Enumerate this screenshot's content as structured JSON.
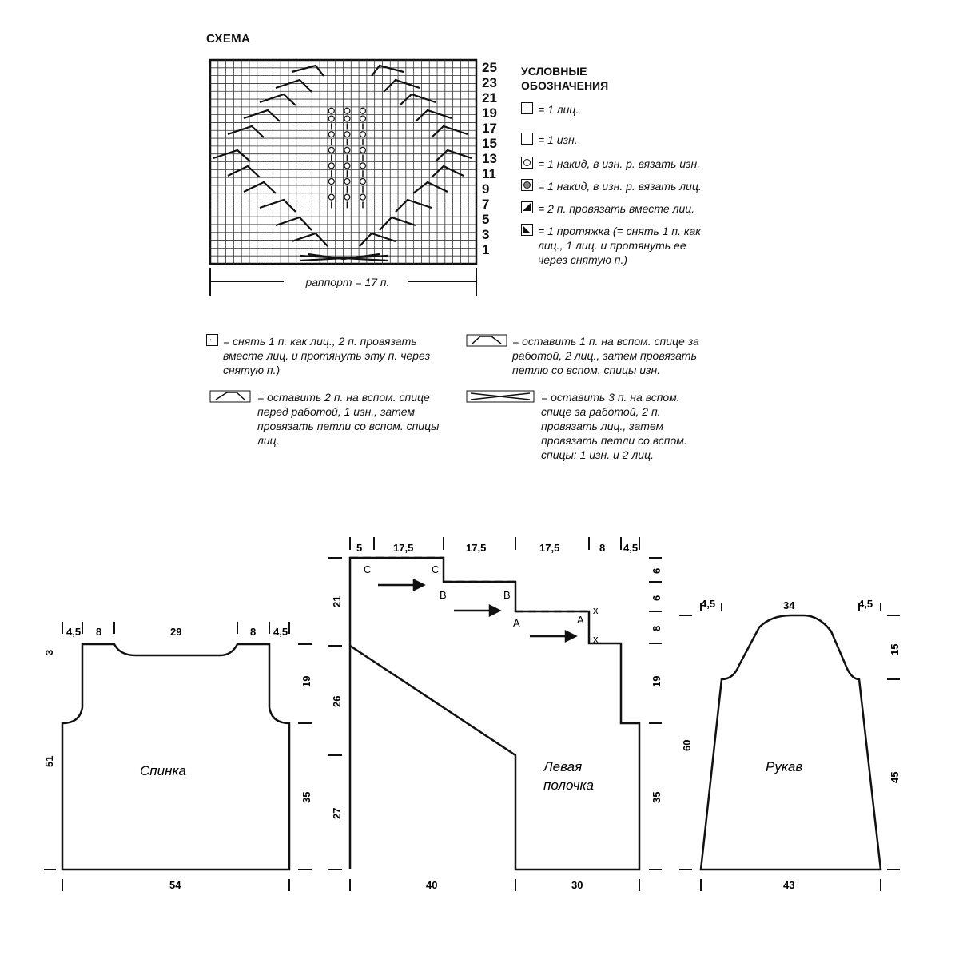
{
  "chart_title": "СХЕМА",
  "row_numbers": [
    "25",
    "23",
    "21",
    "19",
    "17",
    "15",
    "13",
    "11",
    "9",
    "7",
    "5",
    "3",
    "1"
  ],
  "repeat_label": "раппорт = 17 п.",
  "legend": {
    "title_line1": "УСЛОВНЫЕ",
    "title_line2": "ОБОЗНАЧЕНИЯ",
    "items": [
      {
        "icon": "knit-stitch-icon",
        "text": "= 1 лиц."
      },
      {
        "icon": "purl-stitch-icon",
        "text": "= 1 изн."
      },
      {
        "icon": "yarn-over-purl-icon",
        "text": "= 1 накид, в изн. р. вязать изн."
      },
      {
        "icon": "yarn-over-knit-icon",
        "text": "= 1 накид, в изн. р. вязать лиц."
      },
      {
        "icon": "k2tog-icon",
        "text": "= 2 п. провязать вместе лиц."
      },
      {
        "icon": "ssk-icon",
        "text": "= 1 протяжка (= снять 1 п. как лиц., 1 лиц. и протянуть ее через снятую п.)"
      }
    ]
  },
  "bottom_legend": [
    {
      "icon": "double-decrease-icon",
      "text": "= снять 1 п. как лиц., 2 п. провязать вместе лиц. и протянуть эту п. через снятую п.)"
    },
    {
      "icon": "cable-left-2-1-icon",
      "text": "= оставить 2 п. на вспом. спице перед работой, 1 изн., затем провязать петли со вспом. спицы лиц."
    },
    {
      "icon": "cable-right-1-2-icon",
      "text": "= оставить 1 п. на вспом. спице за работой, 2 лиц., затем провязать петлю со вспом. спицы изн."
    },
    {
      "icon": "cable-right-3-2-icon",
      "text": "= оставить 3 п. на вспом. спице за работой, 2 п. провязать лиц., затем провязать петли со вспом. спицы: 1 изн. и 2 лиц."
    }
  ],
  "pieces": {
    "back": {
      "label": "Спинка",
      "top": [
        "4,5",
        "8",
        "29",
        "8",
        "4,5"
      ],
      "left": [
        "3",
        "51"
      ],
      "right": [
        "19",
        "35"
      ],
      "bottom": "54"
    },
    "front": {
      "label_line1": "Левая",
      "label_line2": "полочка",
      "top": [
        "5",
        "17,5",
        "17,5",
        "17,5",
        "8",
        "4,5"
      ],
      "left": [
        "21",
        "26",
        "27"
      ],
      "right": [
        "6",
        "6",
        "8",
        "19",
        "35"
      ],
      "bottom": [
        "40",
        "30"
      ],
      "points": [
        "C",
        "C",
        "B",
        "B",
        "A",
        "A",
        "x",
        "x"
      ]
    },
    "sleeve": {
      "label": "Рукав",
      "top": [
        "4,5",
        "34",
        "4,5"
      ],
      "left": "60",
      "right": [
        "15",
        "45"
      ],
      "bottom": "43"
    }
  }
}
